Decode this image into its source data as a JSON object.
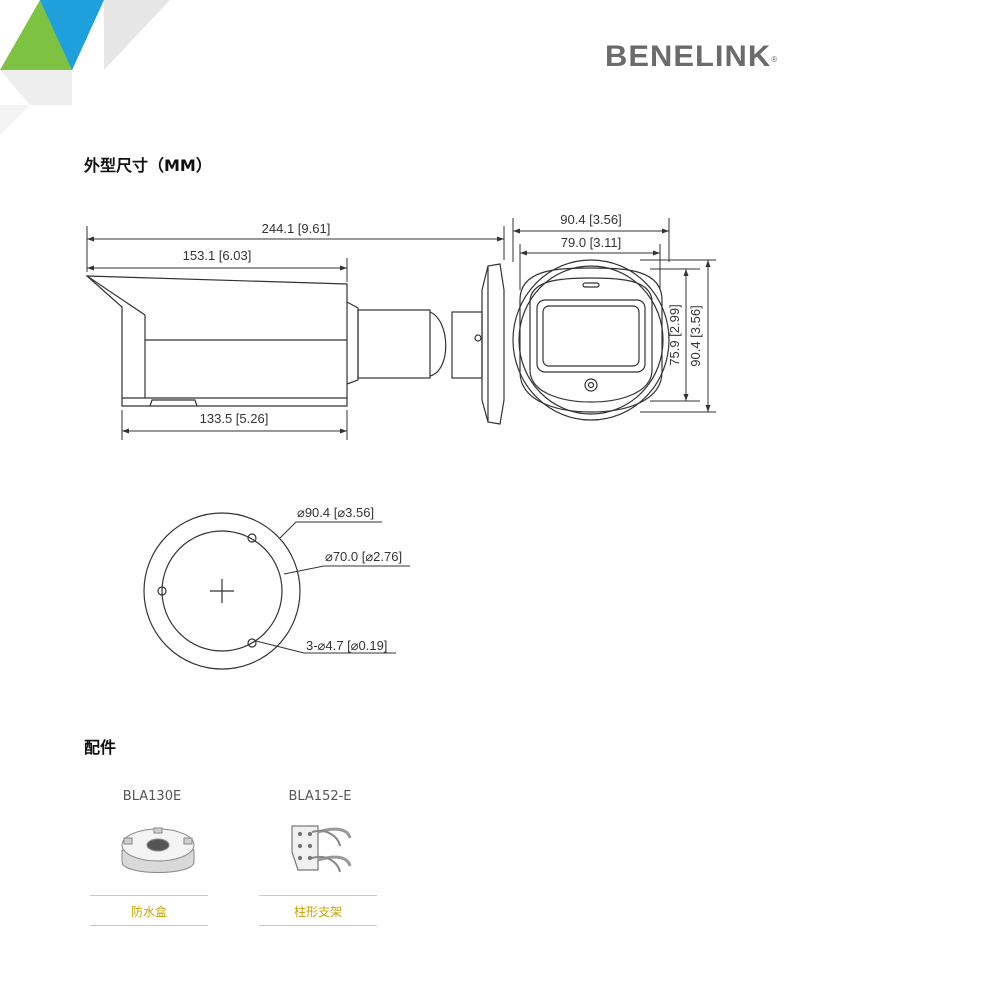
{
  "brand": {
    "logo_text": "BENELINK",
    "logo_mark": "®"
  },
  "sections": {
    "dimensions_title": "外型尺寸（MM）",
    "accessories_title": "配件"
  },
  "dimensions": {
    "total_length": "244.1 [9.61]",
    "hood_length": "153.1 [6.03]",
    "body_length": "133.5 [5.26]",
    "front_width": "90.4 [3.56]",
    "front_inner_width": "79.0 [3.11]",
    "front_inner_height": "75.9 [2.99]",
    "front_height": "90.4 [3.56]",
    "base_outer_diameter": "⌀90.4 [⌀3.56]",
    "base_hole_circle": "⌀70.0 [⌀2.76]",
    "base_holes": "3-⌀4.7 [⌀0.19]"
  },
  "accessories": [
    {
      "code": "BLA130E",
      "name": "防水盒"
    },
    {
      "code": "BLA152-E",
      "name": "柱形支架"
    }
  ],
  "colors": {
    "accent_green": "#7dc241",
    "accent_blue": "#1ea0dc",
    "accent_yellow": "#c9a400",
    "logo_gray": "#6b6b6b",
    "line": "#333333"
  }
}
